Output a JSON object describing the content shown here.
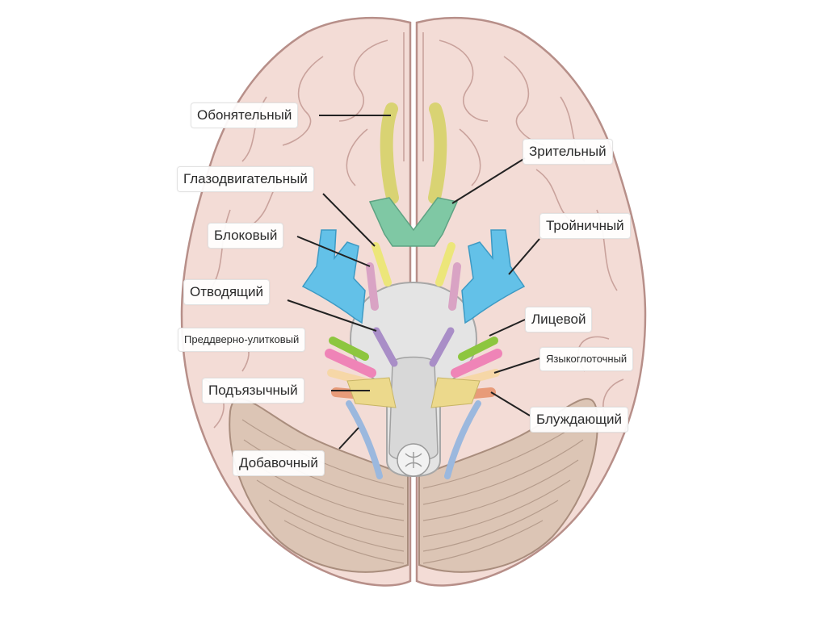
{
  "labels": {
    "olfactory": "Обонятельный",
    "optic": "Зрительный",
    "oculomotor": "Глазодвигательный",
    "trochlear": "Блоковый",
    "trigeminal": "Тройничный",
    "abducens": "Отводящий",
    "facial": "Лицевой",
    "vestibulocochlear": "Преддверно-улитковый",
    "glossopharyngeal": "Языкоглоточный",
    "hypoglossal": "Подъязычный",
    "vagus": "Блуждающий",
    "accessory": "Добавочный"
  },
  "colors": {
    "brain_fill": "#f3dcd6",
    "brain_outline": "#b78f89",
    "cerebellum_fill": "#dcc5b5",
    "brainstem_fill": "#e4e4e4",
    "olfactory": "#d9d373",
    "optic": "#7fc8a4",
    "oculomotor": "#ece67a",
    "trochlear": "#d9a3c4",
    "trigeminal": "#63c1e8",
    "abducens": "#a98ec7",
    "facial": "#8dc63f",
    "vestibulocochlear": "#ef84b7",
    "glossopharyngeal": "#f6d7a7",
    "vagus": "#e89b79",
    "hypoglossal": "#ecd98c",
    "accessory": "#9bb8de"
  }
}
